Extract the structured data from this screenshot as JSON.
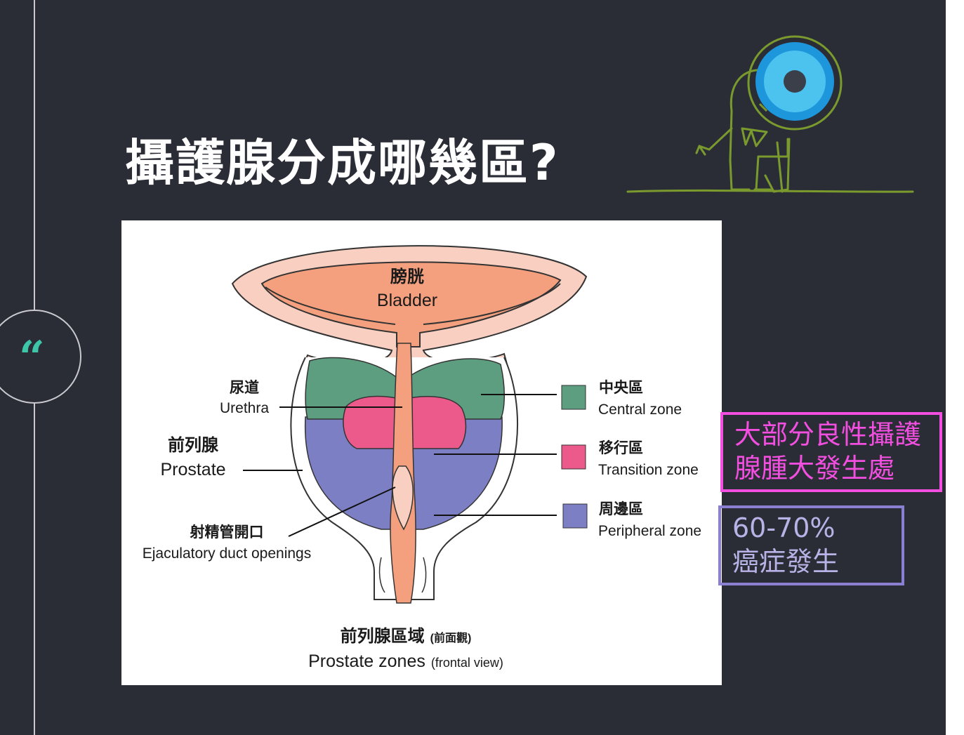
{
  "slide": {
    "title": "攝護腺分成哪幾區?",
    "quote_glyph": "“"
  },
  "diagram": {
    "bladder_zh": "膀胱",
    "bladder_en": "Bladder",
    "urethra_zh": "尿道",
    "urethra_en": "Urethra",
    "prostate_zh": "前列腺",
    "prostate_en": "Prostate",
    "ejac_zh": "射精管開口",
    "ejac_en": "Ejaculatory duct openings",
    "central_zh": "中央區",
    "central_en": "Central zone",
    "transition_zh": "移行區",
    "transition_en": "Transition zone",
    "peripheral_zh": "周邊區",
    "peripheral_en": "Peripheral zone",
    "caption_zh": "前列腺區域",
    "caption_zh_small": "(前面觀)",
    "caption_en": "Prostate zones",
    "caption_en_small": "(frontal view)"
  },
  "callouts": {
    "pink_line1": "大部分良性攝護",
    "pink_line2": "腺腫大發生處",
    "purple_line1": "60-70%",
    "purple_line2": "癌症發生"
  },
  "colors": {
    "background": "#2b2d36",
    "accent_teal": "#3ec6a8",
    "pink": "#f24fe0",
    "purple": "#8a7fd0",
    "central_zone": "#5e9e80",
    "transition_zone": "#ec5a8c",
    "peripheral_zone": "#7d7fc4",
    "bladder": "#f2a88a"
  },
  "icons": {
    "mascot": "magnifier-character-icon",
    "quote": "quote-icon"
  }
}
